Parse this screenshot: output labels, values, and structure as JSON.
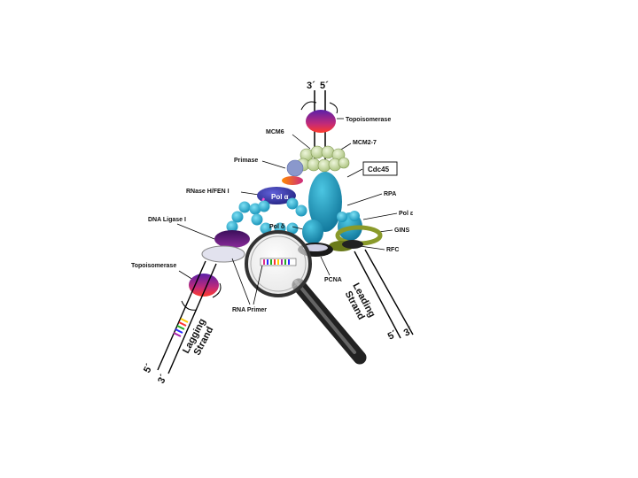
{
  "diagram": {
    "labels": {
      "three_prime_top": "3´",
      "five_prime_top": "5´",
      "topoisomerase_top": "Topoisomerase",
      "mcm6": "MCM6",
      "mcm27": "MCM2-7",
      "cdc45": "Cdc45",
      "primase": "Primase",
      "rnase": "RNase H/FEN I",
      "pol_alpha": "Pol α",
      "rpa": "RPA",
      "pol_epsilon": "Pol ε",
      "dna_ligase": "DNA Ligase I",
      "gins": "GINS",
      "pol_delta": "Pol δ",
      "rfc": "RFC",
      "topoisomerase_bottom": "Topoisomerase",
      "pcna": "PCNA",
      "rna_primer": "RNA Primer",
      "leading_strand_1": "Leading",
      "leading_strand_2": "Strand",
      "lagging_strand_1": "Lagging",
      "lagging_strand_2": "Strand",
      "five_prime_right": "5´",
      "three_prime_right": "3´",
      "five_prime_left": "5´",
      "three_prime_left": "3´"
    },
    "colors": {
      "rpa_bead": "#2bb6d6",
      "mcm": "#c8dca0",
      "cdc45": "#1a9fc4",
      "pol_alpha": "#3a3aa8",
      "topoisomerase_top": "#e0305a",
      "topoisomerase_bottom": "#7a2aa0",
      "gins": "#8a9a2a"
    },
    "icons": [
      "magnifier-icon",
      "rotation-arrow-icon"
    ]
  }
}
